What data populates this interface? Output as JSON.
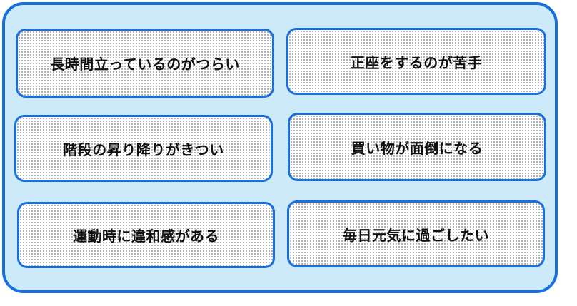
{
  "items": [
    {
      "label": "長時間立っているのがつらい"
    },
    {
      "label": "正座をするのが苦手"
    },
    {
      "label": "階段の昇り降りがきつい"
    },
    {
      "label": "買い物が面倒になる"
    },
    {
      "label": "運動時に違和感がある"
    },
    {
      "label": "毎日元気に過ごしたい"
    }
  ],
  "colors": {
    "panel_background": "#cdeafb",
    "border": "#1a6fe0",
    "card_background": "#ffffff",
    "text": "#111111"
  }
}
